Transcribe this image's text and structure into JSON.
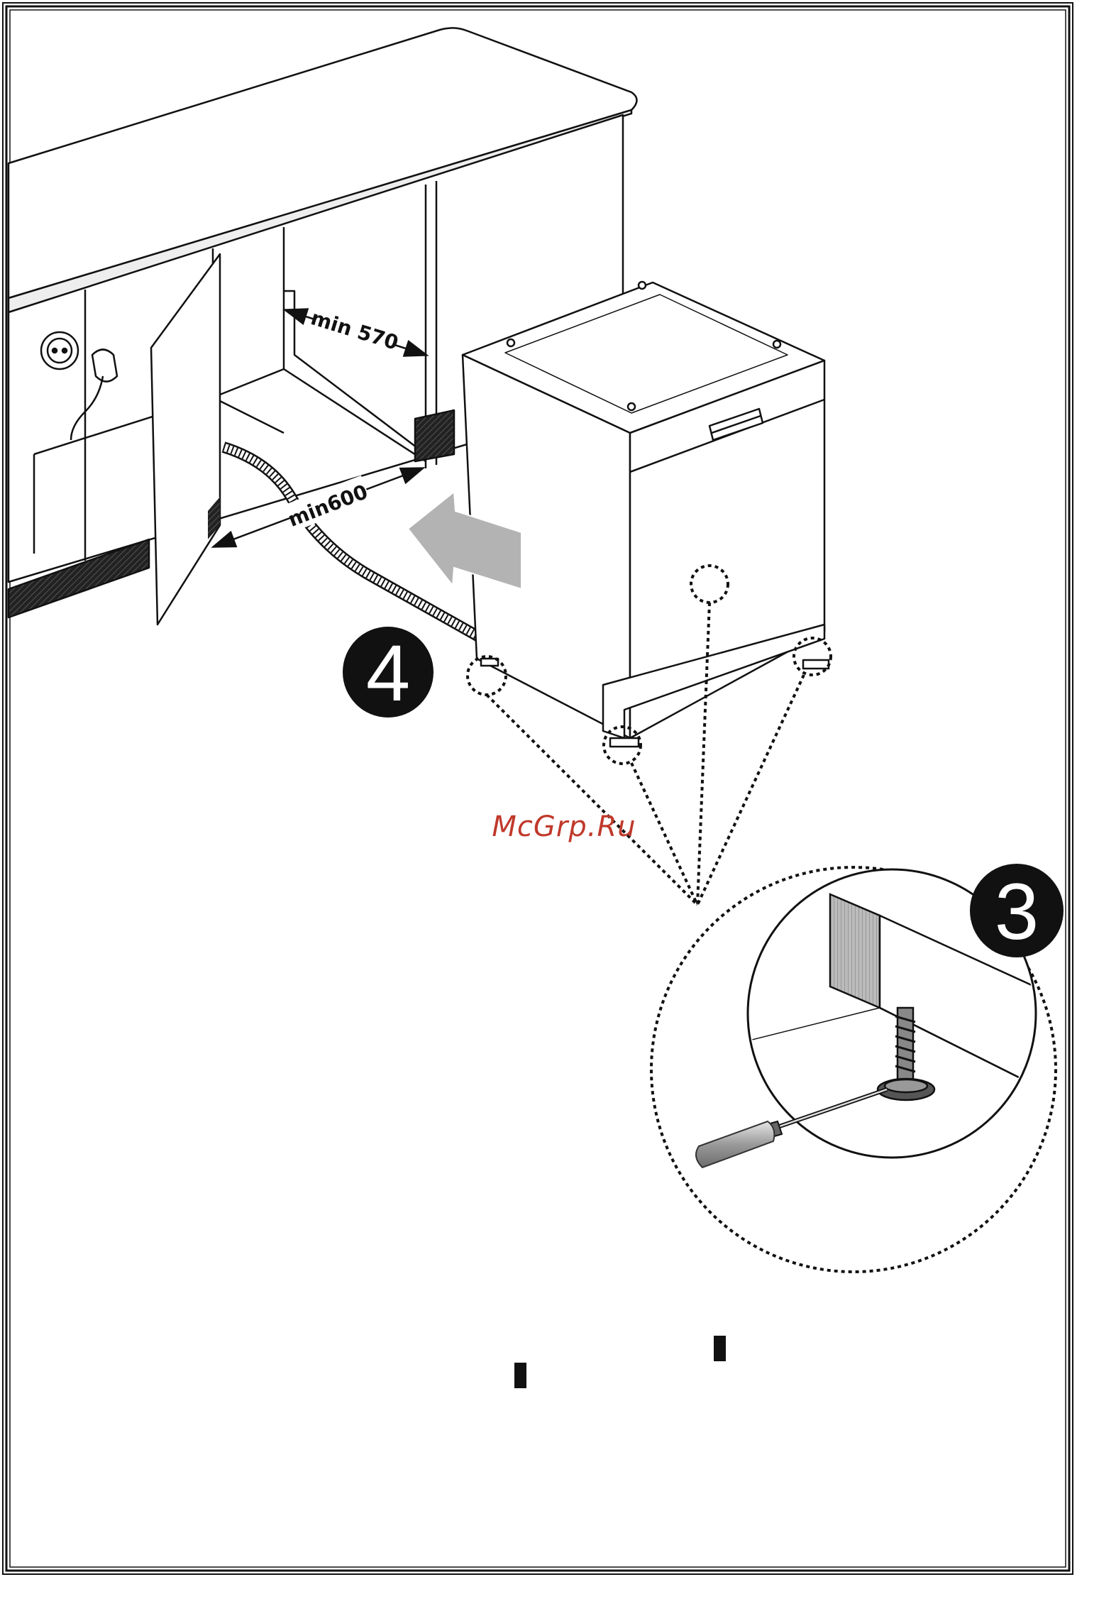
{
  "labels": {
    "min_width": "min 570",
    "min_depth": "min600"
  },
  "steps": {
    "install": "4",
    "level_feet": "3"
  },
  "watermark": "McGrp.Ru",
  "colors": {
    "line": "#111111",
    "watermark": "#c0392b",
    "arrow": "#b3b3b3",
    "badge": "#111111"
  },
  "icons": {
    "socket": "power-socket-icon",
    "plug": "power-plug-icon",
    "screwdriver": "screwdriver-icon",
    "arrow": "push-arrow-icon"
  }
}
